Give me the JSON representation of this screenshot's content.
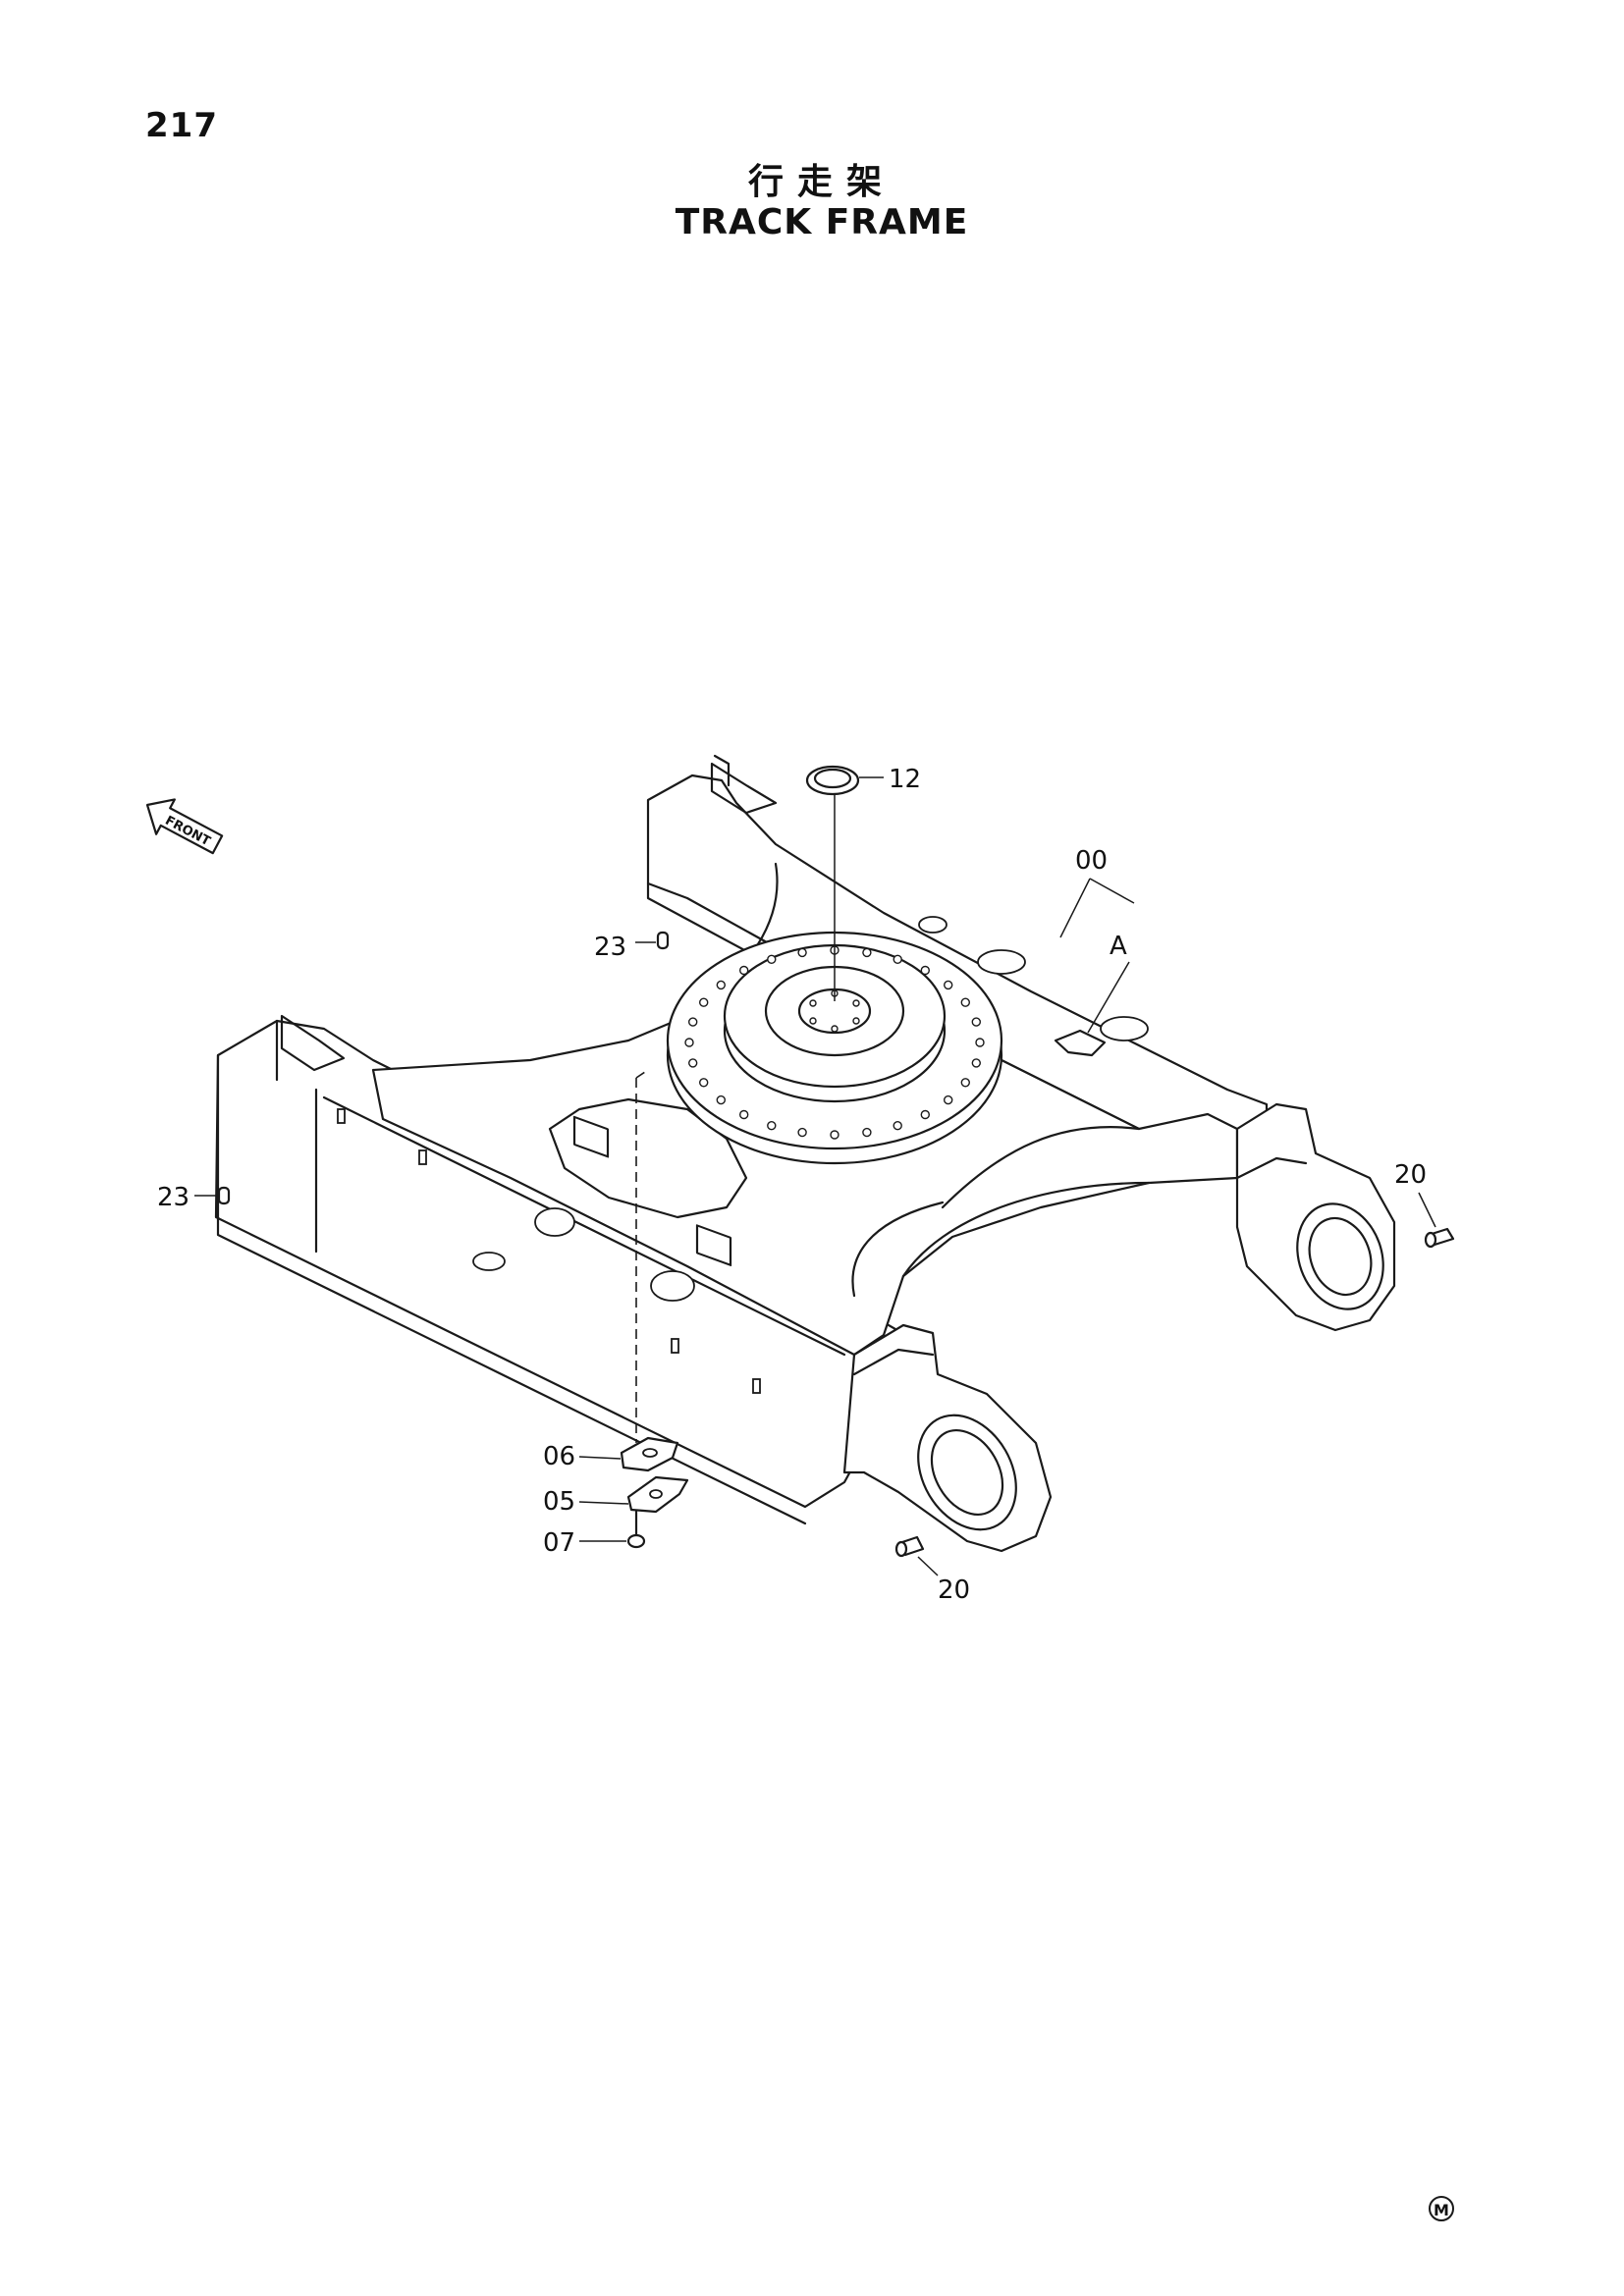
{
  "page": {
    "number": "217",
    "title_cn": "行走架",
    "title_en": "TRACK FRAME",
    "corner_mark": "M"
  },
  "diagram": {
    "front_label": "FRONT",
    "callouts": {
      "c12": "12",
      "c00": "00",
      "cA": "A",
      "c23a": "23",
      "c23b": "23",
      "c20a": "20",
      "c20b": "20",
      "c06": "06",
      "c05": "05",
      "c07": "07"
    }
  }
}
